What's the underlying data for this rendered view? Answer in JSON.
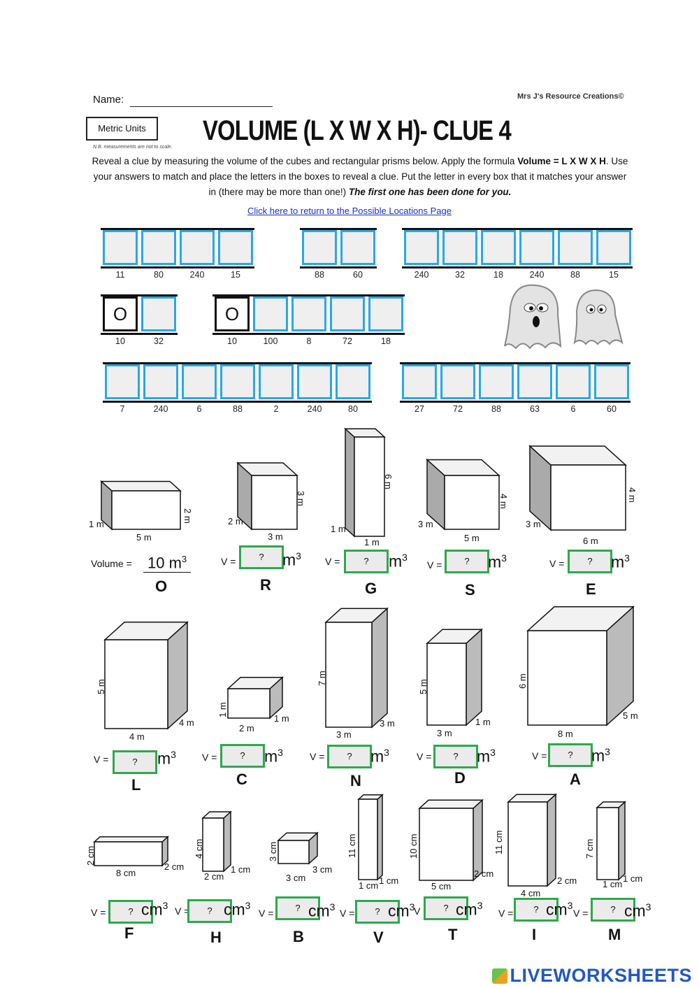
{
  "header": {
    "name_label": "Name:",
    "credit": "Mrs J's Resource Creations©",
    "units": "Metric Units",
    "note": "N.B. measurements are not to scale.",
    "title": "VOLUME (L X W X H)- CLUE 4",
    "intro_1": "Reveal a clue by measuring the volume of the cubes and rectangular prisms below.  Apply the formula ",
    "intro_bold": "Volume = L X W X H",
    "intro_2": ". Use your answers to match and place the letters  in the boxes to reveal a clue.  Put the letter in every box that it matches your answer in (there may be more than one!) ",
    "intro_italic": "The first one has been done for you.",
    "link": "Click here to return to the Possible Locations Page"
  },
  "answer_rows": [
    {
      "words": [
        [
          "11",
          "80",
          "240",
          "15"
        ],
        [
          "88",
          "60"
        ],
        [
          "240",
          "32",
          "18",
          "240",
          "88",
          "15"
        ]
      ]
    },
    {
      "words": [
        [
          "10",
          "32"
        ],
        [
          "10",
          "100",
          "8",
          "72",
          "18"
        ]
      ]
    },
    {
      "words": [
        [
          "7",
          "240",
          "6",
          "88",
          "2",
          "240",
          "80"
        ],
        [
          "27",
          "72",
          "88",
          "63",
          "6",
          "60"
        ]
      ]
    }
  ],
  "given_letter": "O",
  "example": {
    "volume_label": "Volume =",
    "value": "10 m",
    "sup": "3",
    "letter": "O",
    "dims": [
      "1 m",
      "5 m",
      "2 m"
    ]
  },
  "problems": [
    {
      "letter": "R",
      "dims": [
        "2 m",
        "3 m",
        "3 m"
      ],
      "unit": "m"
    },
    {
      "letter": "G",
      "dims": [
        "1 m",
        "1 m",
        "6 m"
      ],
      "unit": "m"
    },
    {
      "letter": "S",
      "dims": [
        "3 m",
        "5 m",
        "4 m"
      ],
      "unit": "m"
    },
    {
      "letter": "E",
      "dims": [
        "3 m",
        "6 m",
        "4 m"
      ],
      "unit": "m"
    },
    {
      "letter": "L",
      "dims": [
        "5 m",
        "4 m",
        "4 m"
      ],
      "unit": "m"
    },
    {
      "letter": "C",
      "dims": [
        "1 m",
        "2 m",
        "1 m"
      ],
      "unit": "m"
    },
    {
      "letter": "N",
      "dims": [
        "7 m",
        "3 m",
        "3 m"
      ],
      "unit": "m"
    },
    {
      "letter": "D",
      "dims": [
        "5 m",
        "3 m",
        "1 m"
      ],
      "unit": "m"
    },
    {
      "letter": "A",
      "dims": [
        "6 m",
        "8 m",
        "5 m"
      ],
      "unit": "m"
    },
    {
      "letter": "F",
      "dims": [
        "2 cm",
        "8 cm",
        "2 cm"
      ],
      "unit": "cm"
    },
    {
      "letter": "H",
      "dims": [
        "4 cm",
        "2 cm",
        "1 cm"
      ],
      "unit": "cm"
    },
    {
      "letter": "B",
      "dims": [
        "3 cm",
        "3 cm",
        "3 cm"
      ],
      "unit": "cm"
    },
    {
      "letter": "V",
      "dims": [
        "11 cm",
        "1 cm",
        "1 cm"
      ],
      "unit": "cm"
    },
    {
      "letter": "T",
      "dims": [
        "10 cm",
        "5 cm",
        "2 cm"
      ],
      "unit": "cm"
    },
    {
      "letter": "I",
      "dims": [
        "11 cm",
        "4 cm",
        "2 cm"
      ],
      "unit": "cm"
    },
    {
      "letter": "M",
      "dims": [
        "7 cm",
        "1 cm",
        "1 cm"
      ],
      "unit": "cm"
    }
  ],
  "answer_placeholder": "?",
  "v_label": "V =",
  "unit_sup": "3",
  "watermark": "LIVEWORKSHEETS"
}
